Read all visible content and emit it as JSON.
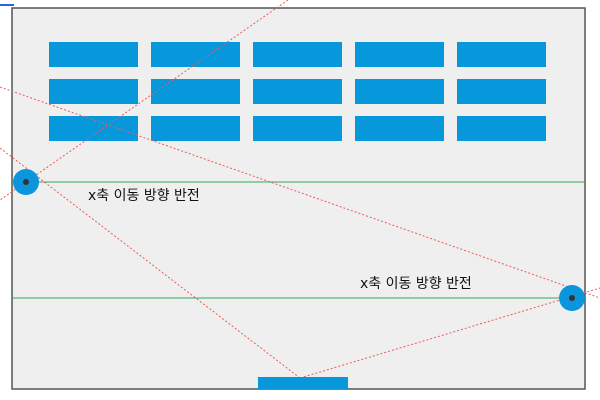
{
  "colors": {
    "playfield_bg": "#efefef",
    "playfield_border": "#555555",
    "brick": "#0798dc",
    "paddle": "#0798dc",
    "ball": "#0a95dc",
    "ball_center": "#333333",
    "trajectory": "#ee5a5a",
    "guide_line": "#33aa55",
    "label_text": "#111111"
  },
  "bricks": {
    "rows": 3,
    "columns": 5
  },
  "labels": {
    "left_bounce": "x축 이동 방향 반전",
    "right_bounce": "x축 이동 방향 반전"
  }
}
